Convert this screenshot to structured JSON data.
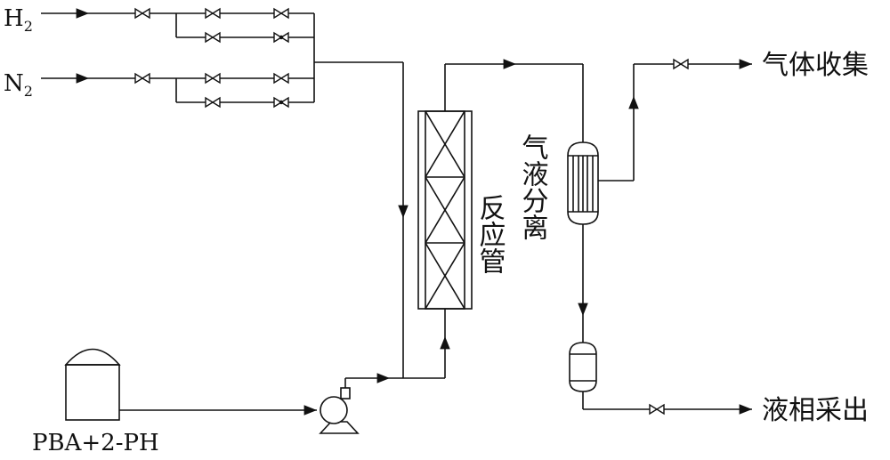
{
  "labels": {
    "h2": "H",
    "h2_sub": "2",
    "n2": "N",
    "n2_sub": "2",
    "feed": "PBA+2-PH",
    "reactor": "反应管",
    "separator": "气液分离",
    "gas_out": "气体收集",
    "liquid_out": "液相采出"
  }
}
